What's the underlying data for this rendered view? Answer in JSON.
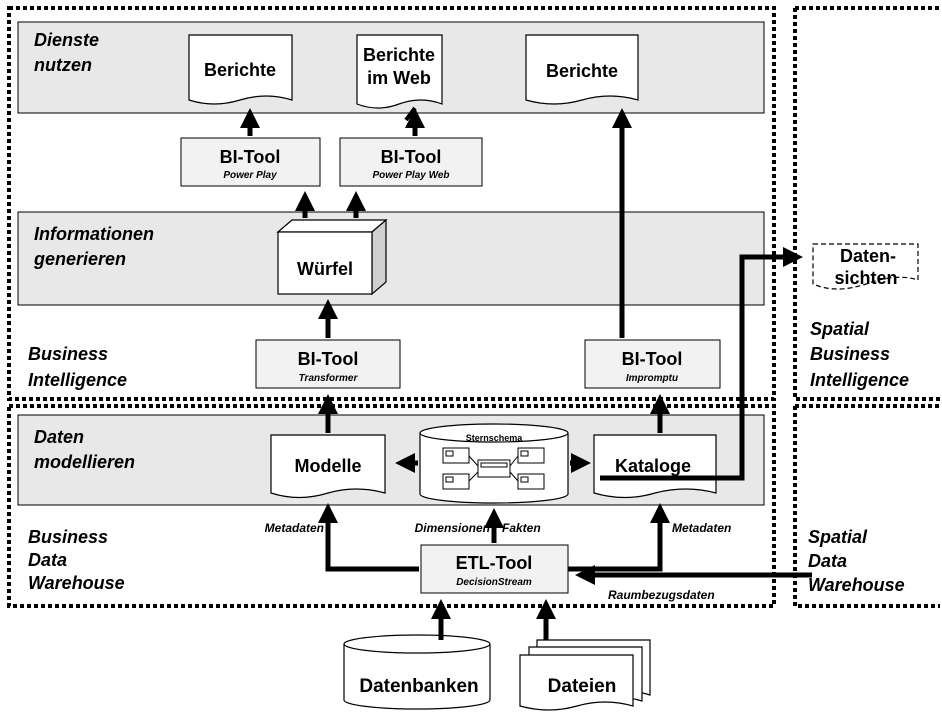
{
  "sections": {
    "dienste_nutzen": [
      "Dienste",
      "nutzen"
    ],
    "informationen_generieren": [
      "Informationen",
      "generieren"
    ],
    "daten_modellieren": [
      "Daten",
      "modellieren"
    ],
    "business_intelligence": [
      "Business",
      "Intelligence"
    ],
    "business_data_warehouse": [
      "Business",
      "Data",
      "Warehouse"
    ],
    "spatial_business_intelligence": [
      "Spatial",
      "Business",
      "Intelligence"
    ],
    "spatial_data_warehouse": [
      "Spatial",
      "Data",
      "Warehouse"
    ]
  },
  "reports": {
    "berichte_1": [
      "Berichte"
    ],
    "berichte_web": [
      "Berichte",
      "im Web"
    ],
    "berichte_3": [
      "Berichte"
    ]
  },
  "tools": {
    "power_play": {
      "name": "BI-Tool",
      "sub": "Power Play"
    },
    "power_play_web": {
      "name": "BI-Tool",
      "sub": "Power Play Web"
    },
    "transformer": {
      "name": "BI-Tool",
      "sub": "Transformer"
    },
    "impromptu": {
      "name": "BI-Tool",
      "sub": "Impromptu"
    },
    "etl": {
      "name": "ETL-Tool",
      "sub": "DecisionStream"
    }
  },
  "cube": "Würfel",
  "datensichten": [
    "Daten-",
    "sichten"
  ],
  "modelle": "Modelle",
  "kataloge": "Kataloge",
  "sternschema": "Sternschema",
  "edge_labels": {
    "metadaten_left": "Metadaten",
    "dimensionen": "Dimensionen",
    "fakten": "Fakten",
    "metadaten_right": "Metadaten",
    "raumbezugsdaten": "Raumbezugsdaten"
  },
  "sources": {
    "datenbanken": "Datenbanken",
    "dateien": "Dateien"
  }
}
